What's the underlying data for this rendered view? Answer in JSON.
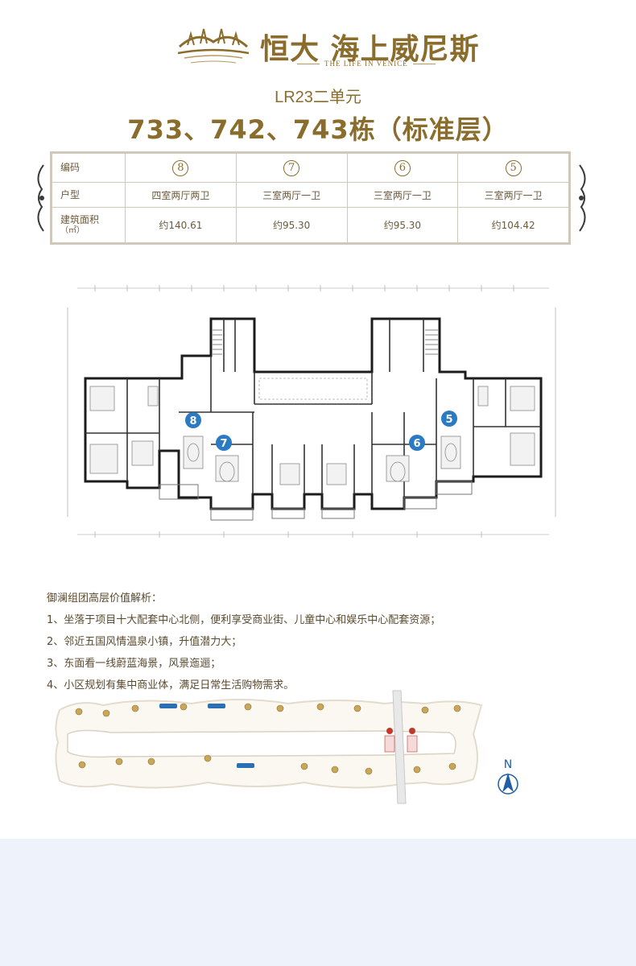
{
  "header": {
    "brand": "恒大 海上威尼斯",
    "tagline": "THE LIFE IN VENICE",
    "unit_title": "LR23二单元",
    "building_title": "733、742、743栋（标准层）"
  },
  "table": {
    "row_labels": {
      "code": "编码",
      "type": "户型",
      "area_line1": "建筑面积",
      "area_line2": "（㎡）"
    },
    "columns": [
      {
        "code": "8",
        "type": "四室两厅两卫",
        "area": "约140.61"
      },
      {
        "code": "7",
        "type": "三室两厅一卫",
        "area": "约95.30"
      },
      {
        "code": "6",
        "type": "三室两厅一卫",
        "area": "约95.30"
      },
      {
        "code": "5",
        "type": "三室两厅一卫",
        "area": "约104.42"
      }
    ]
  },
  "plan": {
    "unit_markers": [
      "8",
      "7",
      "6",
      "5"
    ],
    "marker_color": "#2b7bc4"
  },
  "notes": {
    "heading": "御澜组团高层价值解析：",
    "items": [
      "1、坐落于项目十大配套中心北侧，便利享受商业街、儿童中心和娱乐中心配套资源；",
      "2、邻近五国风情温泉小镇，升值潜力大；",
      "3、东面看一线蔚蓝海景，风景迤逦；",
      "4、小区规划有集中商业体，满足日常生活购物需求。"
    ]
  },
  "sitemap": {
    "compass_label": "N"
  },
  "colors": {
    "gold": "#8a6d2c",
    "table_border": "#cfc8bb",
    "footer_band": "#eef2fa"
  }
}
